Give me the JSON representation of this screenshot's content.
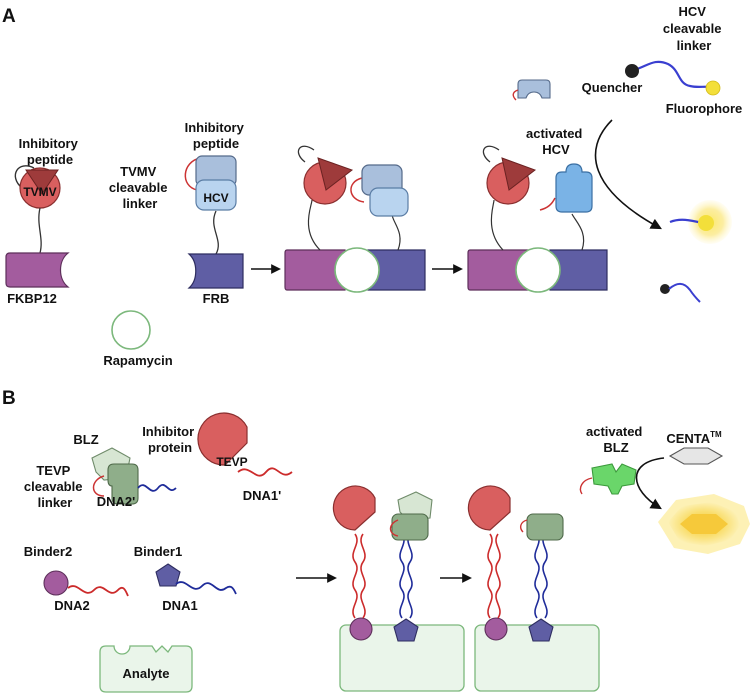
{
  "panel_a": {
    "letter": "A",
    "inhibitory_peptide_1": [
      "Inhibitory",
      "peptide"
    ],
    "tvmv": "TVMV",
    "fkbp12": "FKBP12",
    "tvmv_cleavable_linker": [
      "TVMV",
      "cleavable",
      "linker"
    ],
    "inhibitory_peptide_2": [
      "Inhibitory",
      "peptide"
    ],
    "hcv": "HCV",
    "frb": "FRB",
    "rapamycin": "Rapamycin",
    "activated_hcv": [
      "activated",
      "HCV"
    ],
    "hcv_cleavable_linker": [
      "HCV",
      "cleavable",
      "linker"
    ],
    "quencher": "Quencher",
    "fluorophore": "Fluorophore"
  },
  "panel_b": {
    "letter": "B",
    "blz": "BLZ",
    "inhibitor_protein": [
      "Inhibitor",
      "protein"
    ],
    "tevp_cleavable_linker": [
      "TEVP",
      "cleavable",
      "linker"
    ],
    "dna2_prime": "DNA2'",
    "tevp": "TEVP",
    "dna1_prime": "DNA1'",
    "binder2": "Binder2",
    "dna2": "DNA2",
    "binder1": "Binder1",
    "dna1": "DNA1",
    "analyte": "Analyte",
    "activated_blz": [
      "activated",
      "BLZ"
    ],
    "centa": "CENTA",
    "centa_tm": "TM"
  },
  "colors": {
    "fkbp": "#a35c9e",
    "frb": "#5f5ea4",
    "tvmv": "#d95f5f",
    "inhib_red": "#9e3b3b",
    "hcv": "#b9d4ef",
    "hcv_inhib": "#a9bfdc",
    "hcv_active": "#7ab3e6",
    "rapamycin_stroke": "#7cb87c",
    "fluor": "#f3df3a",
    "linker_blue": "#3a3fd0",
    "dna_red": "#cc2b2b",
    "dna_blue": "#1f2c9a",
    "blz_light": "#d7e6d3",
    "blz_dark": "#8fae8a",
    "blz_active": "#6ad66a",
    "analyte_fill": "#eaf5ea",
    "centa_glow": "#f7d64a"
  }
}
